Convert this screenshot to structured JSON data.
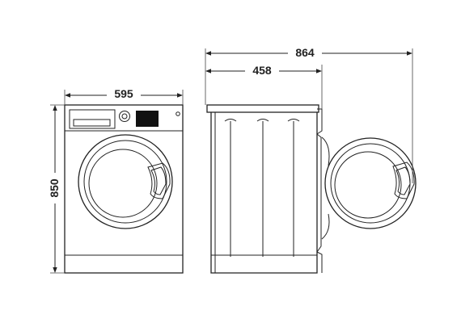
{
  "dimensions": {
    "width": "595",
    "height": "850",
    "depth": "458",
    "depth_door_open": "864"
  },
  "colors": {
    "line": "#222222",
    "display": "#111111",
    "background": "#ffffff"
  },
  "icons": {
    "front_view": "washing-machine-front-icon",
    "side_view": "washing-machine-side-icon",
    "door": "open-door-icon"
  }
}
